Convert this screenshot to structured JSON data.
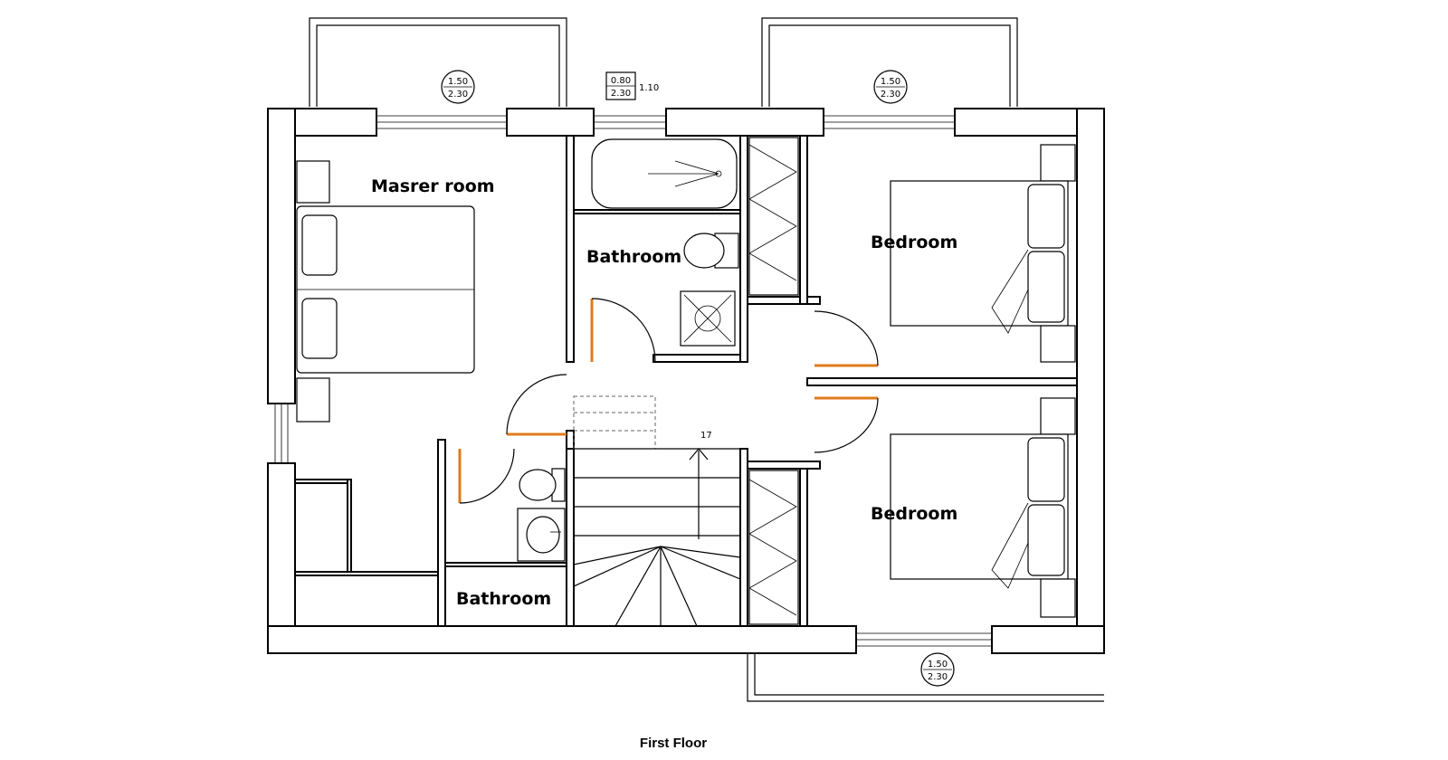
{
  "plan": {
    "caption": "First Floor",
    "rooms": {
      "master": "Masrer room",
      "bath_upper": "Bathroom",
      "bath_lower": "Bathroom",
      "bed_upper": "Bedroom",
      "bed_lower": "Bedroom"
    },
    "stairs_steps": "17",
    "window_tags": {
      "balcony_left": {
        "top": "1.50",
        "bottom": "2.30"
      },
      "balcony_right": {
        "top": "1.50",
        "bottom": "2.30"
      },
      "bath_window": {
        "top": "0.80",
        "bottom": "2.30",
        "side": "1.10"
      },
      "balcony_bottom": {
        "top": "1.50",
        "bottom": "2.30"
      }
    },
    "colors": {
      "wall": "#000000",
      "door_leaf": "#e07b1c",
      "background": "#ffffff"
    }
  }
}
